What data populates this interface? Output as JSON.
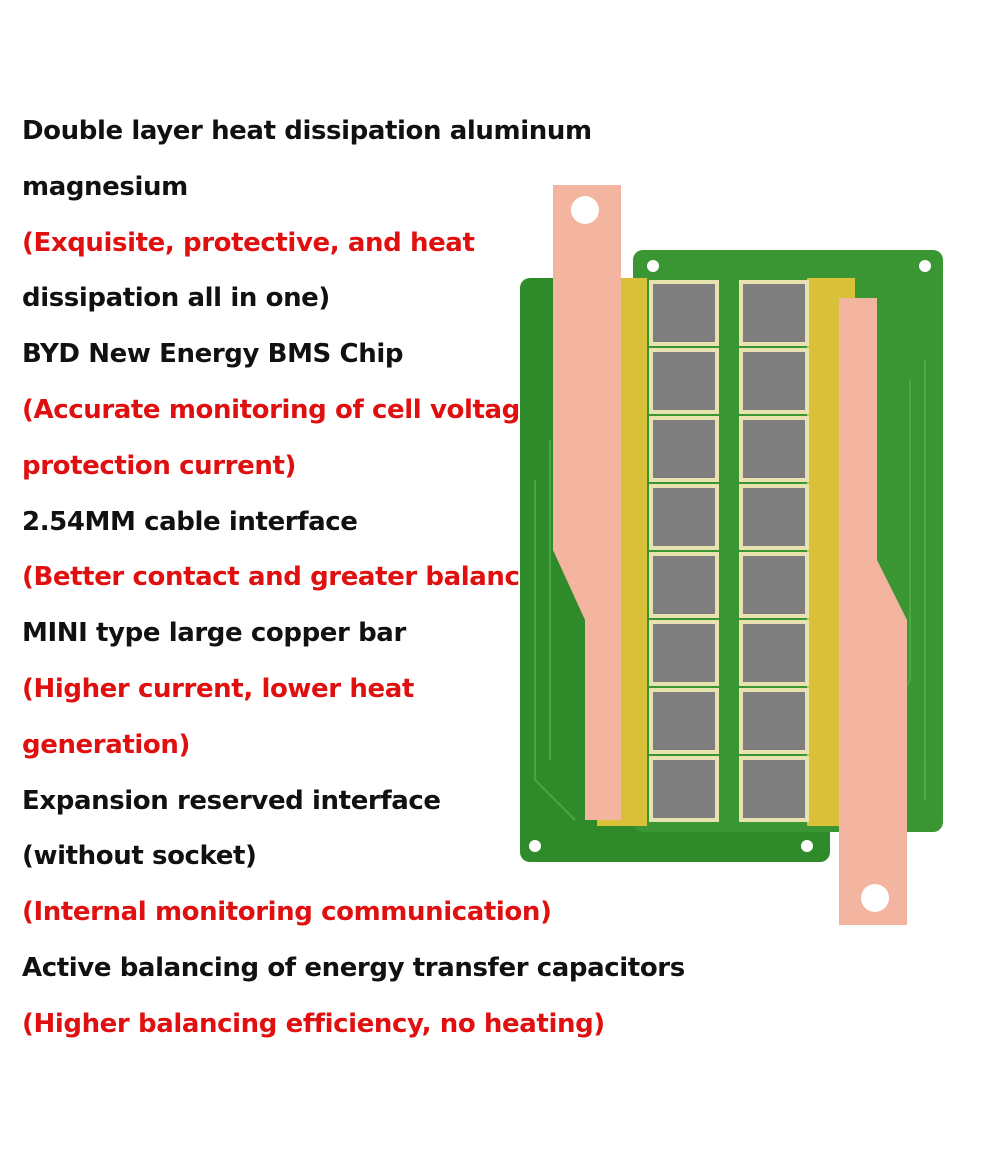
{
  "features": [
    {
      "text": "Double layer heat dissipation aluminum",
      "color": "#111111"
    },
    {
      "text": "magnesium",
      "color": "#111111"
    },
    {
      "text": "(Exquisite, protective, and heat",
      "color": "#e01010"
    },
    {
      "text": "dissipation all in one)",
      "color": "#111111"
    },
    {
      "text": "BYD New Energy BMS Chip",
      "color": "#111111"
    },
    {
      "text": "(Accurate monitoring of cell voltage",
      "color": "#e01010"
    },
    {
      "text": "protection current)",
      "color": "#e01010"
    },
    {
      "text": "2.54MM cable interface",
      "color": "#111111"
    },
    {
      "text": "(Better contact and greater balance)",
      "color": "#e01010"
    },
    {
      "text": "MINI type large copper bar",
      "color": "#111111"
    },
    {
      "text": "(Higher current, lower heat",
      "color": "#e01010"
    },
    {
      "text": "generation)",
      "color": "#e01010"
    },
    {
      "text": "Expansion reserved interface",
      "color": "#111111"
    },
    {
      "text": "(without socket)",
      "color": "#111111"
    },
    {
      "text": "(Internal monitoring communication)",
      "color": "#e01010"
    },
    {
      "text": "Active balancing of energy transfer capacitors",
      "color": "#111111"
    },
    {
      "text": "(Higher balancing efficiency, no heating)",
      "color": "#e01010"
    }
  ],
  "colors": {
    "pcb_green": "#2f8a2a",
    "pcb_dark_green": "#1f6b1d",
    "gold_pad": "#d9c23a",
    "copper_bar": "#f4b5a0",
    "capacitor_gray": "#7e7e7e",
    "highlight_red": "#e01010"
  }
}
